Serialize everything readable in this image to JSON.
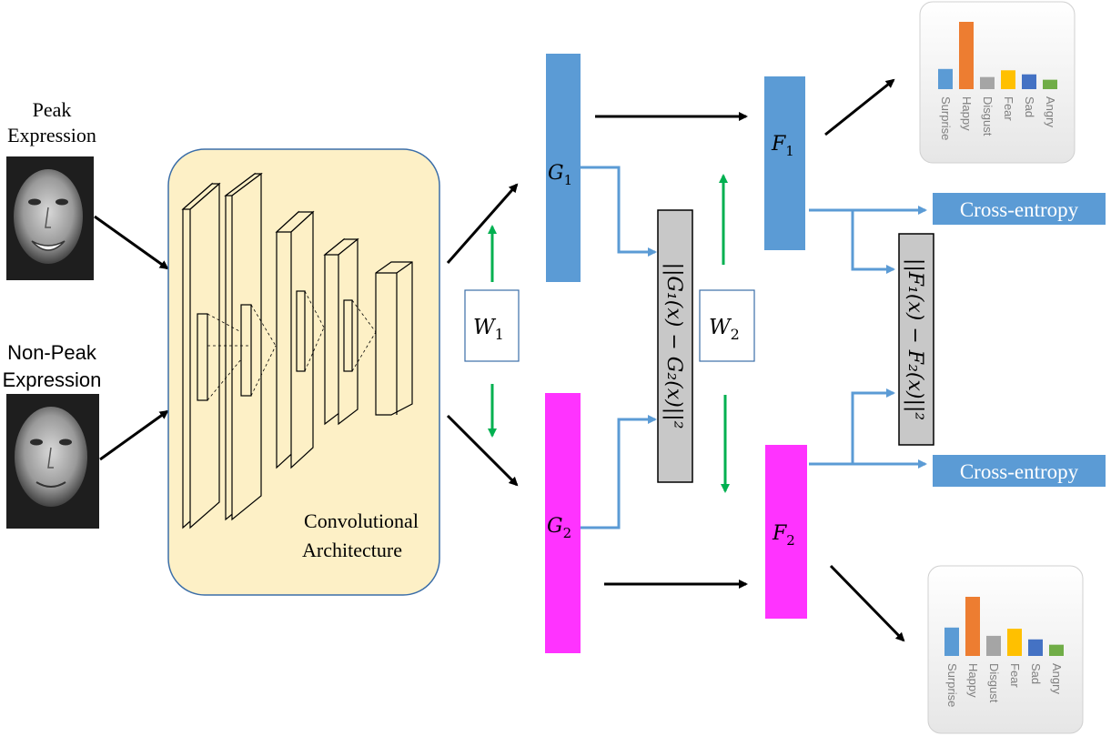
{
  "inputs": {
    "peak_label_1": "Peak",
    "peak_label_2": "Expression",
    "nonpeak_label_1": "Non-Peak",
    "nonpeak_label_2": "Expression"
  },
  "backbone": {
    "label_1": "Convolutional",
    "label_2": "Architecture"
  },
  "weights": {
    "w1": "W",
    "w1_sub": "1",
    "w2": "W",
    "w2_sub": "2"
  },
  "blocks": {
    "g1": "G",
    "g1_sub": "1",
    "g2": "G",
    "g2_sub": "2",
    "f1": "F",
    "f1_sub": "1",
    "f2": "F",
    "f2_sub": "2"
  },
  "losses": {
    "g_loss": "||G₁(x) − G₂(x)||²",
    "f_loss": "||F₁(x) − F₂(x)||²",
    "ce_top": "Cross-entropy",
    "ce_bottom": "Cross-entropy"
  },
  "colors": {
    "g1_f1": "#5b9bd5",
    "g2_f2": "#ff33ff",
    "backbone_fill": "#fdf0c6",
    "backbone_border": "#3b6ea8",
    "loss_box": "#c8c8c8",
    "ce_box": "#5b9bd5",
    "green_arrow": "#00b050",
    "blue_arrow": "#5b9bd5"
  },
  "chart_data": [
    {
      "type": "bar",
      "categories": [
        "Surprise",
        "Happy",
        "Disgust",
        "Fear",
        "Sad",
        "Angry"
      ],
      "values": [
        0.3,
        1.0,
        0.18,
        0.28,
        0.22,
        0.14
      ],
      "colors": [
        "#5b9bd5",
        "#ed7d31",
        "#a5a5a5",
        "#ffc000",
        "#4472c4",
        "#70ad47"
      ]
    },
    {
      "type": "bar",
      "categories": [
        "Surprise",
        "Happy",
        "Disgust",
        "Fear",
        "Sad",
        "Angry"
      ],
      "values": [
        0.48,
        1.0,
        0.34,
        0.46,
        0.28,
        0.19
      ],
      "colors": [
        "#5b9bd5",
        "#ed7d31",
        "#a5a5a5",
        "#ffc000",
        "#4472c4",
        "#70ad47"
      ]
    }
  ]
}
